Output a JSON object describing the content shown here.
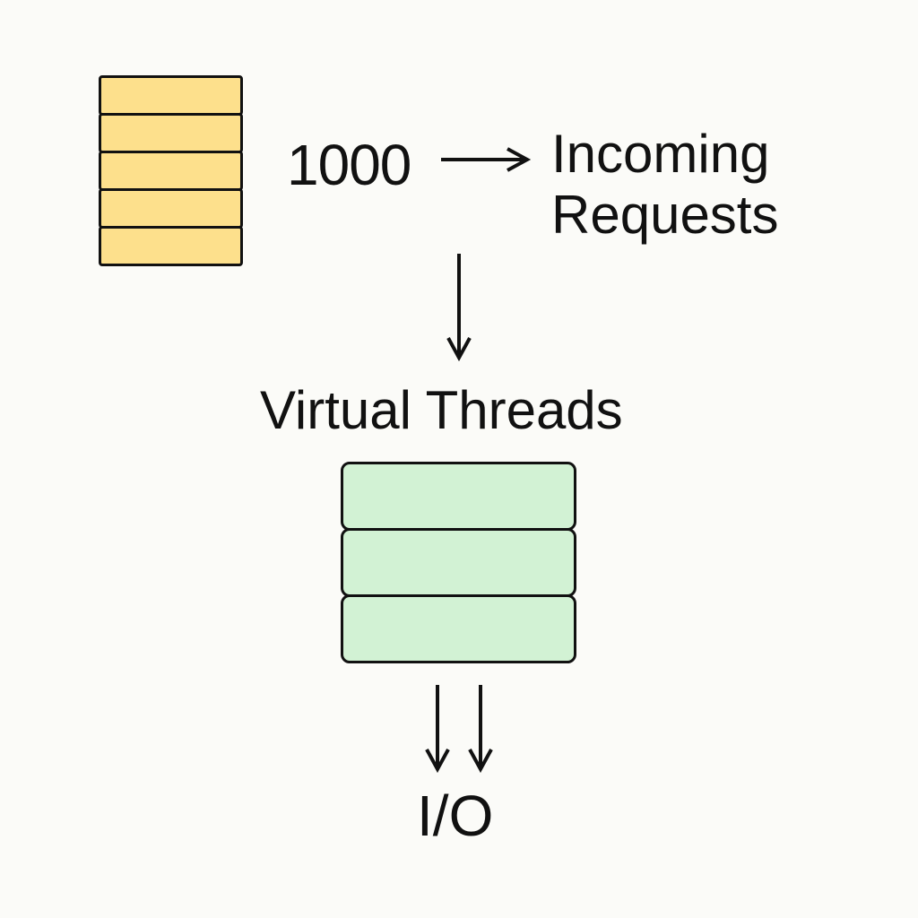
{
  "colors": {
    "background": "#fbfbf8",
    "request_fill": "#fde08c",
    "thread_fill": "#d2f2d4",
    "stroke": "#111111"
  },
  "requests": {
    "count_label": "1000",
    "block_count": 5,
    "label": "Incoming\nRequests"
  },
  "threads": {
    "label": "Virtual Threads",
    "block_count": 3
  },
  "io": {
    "label": "I/O"
  }
}
